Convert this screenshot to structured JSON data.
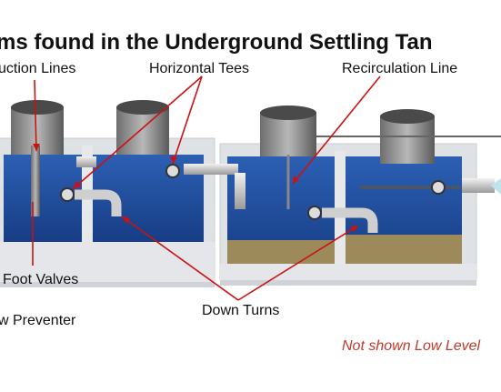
{
  "title": "ms found in the Underground Settling Tan",
  "labels": {
    "suction_lines": "uction Lines",
    "horizontal_tees": "Horizontal Tees",
    "recirculation_line": "Recirculation Line",
    "foot_valves": "Foot Valves",
    "backflow_preventer": "w Preventer",
    "down_turns": "Down Turns",
    "not_shown": "Not shown Low Level"
  },
  "colors": {
    "water": "#1f4e9e",
    "tank": "#e6e8ea",
    "sediment": "#9c8a5a",
    "arrow": "#cc1111",
    "note": "#c0392b"
  }
}
